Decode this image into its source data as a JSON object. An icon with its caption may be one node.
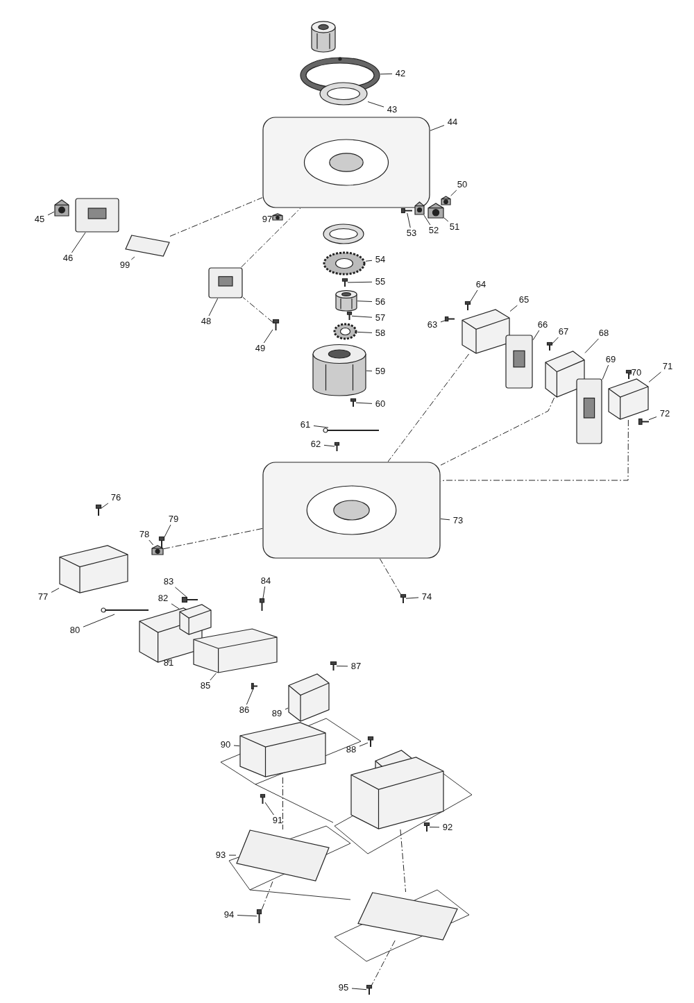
{
  "diagram": {
    "nodes": [
      {
        "text": [
          "42"
        ]
      },
      {
        "text": [],
        "shape": "circle"
      },
      {
        "text": [
          "43"
        ]
      },
      {
        "text": [],
        "shape": "picture"
      },
      {
        "text": [
          "44"
        ]
      },
      {
        "text": [],
        "shape": "picture"
      },
      {
        "text": [
          "45"
        ]
      },
      {
        "text": [],
        "shape": "picture"
      },
      {
        "text": [
          "46"
        ]
      },
      {
        "text": [],
        "shape": "picture"
      },
      {
        "text": [
          "97"
        ]
      },
      {
        "text": [],
        "shape": "picture"
      },
      {
        "text": [
          "99"
        ]
      },
      {
        "text": [],
        "shape": "picture"
      },
      {
        "text": [
          "50"
        ]
      },
      {
        "text": [],
        "shape": "picture"
      },
      {
        "text": [
          "51"
        ]
      },
      {
        "text": [],
        "shape": "picture"
      },
      {
        "text": [
          "52"
        ]
      },
      {
        "text": [],
        "shape": "picture"
      },
      {
        "text": [
          "53"
        ]
      },
      {
        "text": [],
        "shape": "picture"
      },
      {
        "text": [
          "54"
        ]
      },
      {
        "text": [],
        "shape": "picture"
      },
      {
        "text": [
          "55"
        ]
      },
      {
        "text": [],
        "shape": "picture"
      },
      {
        "text": [
          "56"
        ]
      },
      {
        "text": [],
        "shape": "picture"
      },
      {
        "text": [
          "57"
        ]
      },
      {
        "text": [],
        "shape": "picture"
      },
      {
        "text": [
          "58"
        ]
      },
      {
        "text": [],
        "shape": "picture"
      },
      {
        "text": [
          "59"
        ]
      },
      {
        "text": [],
        "shape": "picture"
      },
      {
        "text": [
          "60"
        ]
      },
      {
        "text": [],
        "shape": "picture"
      },
      {
        "text": [
          "48"
        ]
      },
      {
        "text": [],
        "shape": "picture"
      },
      {
        "text": [
          "49"
        ]
      },
      {
        "text": [],
        "shape": "picture"
      },
      {
        "text": [
          "61"
        ]
      },
      {
        "text": [],
        "shape": "picture"
      },
      {
        "text": [
          "62"
        ]
      },
      {
        "text": [],
        "shape": "picture"
      },
      {
        "text": [
          "63"
        ]
      },
      {
        "text": [],
        "shape": "picture"
      },
      {
        "text": [
          "64"
        ]
      },
      {
        "text": [],
        "shape": "picture"
      },
      {
        "text": [
          "65"
        ]
      },
      {
        "text": [],
        "shape": "picture"
      },
      {
        "text": [
          "66"
        ]
      },
      {
        "text": [],
        "shape": "picture"
      },
      {
        "text": [
          "67"
        ]
      },
      {
        "text": [],
        "shape": "picture"
      },
      {
        "text": [
          "68"
        ]
      },
      {
        "text": [],
        "shape": "picture"
      },
      {
        "text": [
          "69"
        ]
      },
      {
        "text": [],
        "shape": "picture"
      },
      {
        "text": [
          "70"
        ]
      },
      {
        "text": [],
        "shape": "picture"
      },
      {
        "text": [
          "71"
        ]
      },
      {
        "text": [],
        "shape": "picture"
      },
      {
        "text": [
          "72"
        ]
      },
      {
        "text": [],
        "shape": "picture"
      },
      {
        "text": [
          "73"
        ]
      },
      {
        "text": [],
        "shape": "picture"
      },
      {
        "text": [
          "74"
        ]
      },
      {
        "text": [],
        "shape": "picture"
      },
      {
        "text": [
          "76"
        ]
      },
      {
        "text": [],
        "shape": "picture"
      },
      {
        "text": [
          "77"
        ]
      },
      {
        "text": [],
        "shape": "picture"
      },
      {
        "text": [
          "78"
        ]
      },
      {
        "text": [],
        "shape": "picture"
      },
      {
        "text": [
          "79"
        ]
      },
      {
        "text": [],
        "shape": "picture"
      },
      {
        "text": [
          "80"
        ]
      },
      {
        "text": [],
        "shape": "picture"
      },
      {
        "text": [
          "81"
        ]
      },
      {
        "text": [],
        "shape": "picture"
      },
      {
        "text": [
          "82"
        ]
      },
      {
        "text": [],
        "shape": "picture"
      },
      {
        "text": [
          "83"
        ]
      },
      {
        "text": [],
        "shape": "picture"
      },
      {
        "text": [
          "84"
        ]
      },
      {
        "text": [],
        "shape": "picture"
      },
      {
        "text": [
          "85"
        ]
      },
      {
        "text": [],
        "shape": "picture"
      },
      {
        "text": [
          "86"
        ]
      },
      {
        "text": [],
        "shape": "picture"
      },
      {
        "text": [
          "87"
        ]
      },
      {
        "text": [],
        "shape": "picture"
      },
      {
        "text": [
          "88"
        ]
      },
      {
        "text": [],
        "shape": "picture"
      },
      {
        "text": [
          "89"
        ]
      },
      {
        "text": [],
        "shape": "picture"
      },
      {
        "text": [
          "90"
        ]
      },
      {
        "text": [],
        "shape": "picture"
      },
      {
        "text": [
          "91"
        ]
      },
      {
        "text": [],
        "shape": "picture"
      },
      {
        "text": [
          "92"
        ]
      },
      {
        "text": [],
        "shape": "picture"
      },
      {
        "text": [
          "93"
        ]
      },
      {
        "text": [],
        "shape": "picture"
      },
      {
        "text": [
          "94"
        ]
      },
      {
        "text": [],
        "shape": "picture"
      },
      {
        "text": [
          "95"
        ]
      },
      {
        "text": [],
        "shape": "picture"
      },
      {
        "text": [],
        "shape": "picture"
      },
      {
        "text": [],
        "shape": "picture"
      }
    ],
    "edges": [
      {
        "from": 0,
        "to": 1,
        "arrow": "none"
      },
      {
        "from": 2,
        "to": 3,
        "arrow": "none"
      },
      {
        "from": 4,
        "to": 5,
        "arrow": "none"
      },
      {
        "from": 6,
        "to": 7,
        "arrow": "none"
      },
      {
        "from": 8,
        "to": 9,
        "arrow": "none"
      },
      {
        "from": 10,
        "to": 11,
        "arrow": "none"
      },
      {
        "from": 12,
        "to": 13,
        "arrow": "none"
      },
      {
        "from": 14,
        "to": 15,
        "arrow": "none"
      },
      {
        "from": 16,
        "to": 17,
        "arrow": "none"
      },
      {
        "from": 18,
        "to": 19,
        "arrow": "none"
      },
      {
        "from": 20,
        "to": 21,
        "arrow": "none"
      },
      {
        "from": 22,
        "to": 23,
        "arrow": "none"
      },
      {
        "from": 24,
        "to": 25,
        "arrow": "none"
      },
      {
        "from": 26,
        "to": 27,
        "arrow": "none"
      },
      {
        "from": 28,
        "to": 29,
        "arrow": "none"
      },
      {
        "from": 30,
        "to": 31,
        "arrow": "none"
      },
      {
        "from": 32,
        "to": 33,
        "arrow": "none"
      },
      {
        "from": 34,
        "to": 35,
        "arrow": "none"
      },
      {
        "from": 36,
        "to": 37,
        "arrow": "none"
      },
      {
        "from": 38,
        "to": 39,
        "arrow": "none"
      },
      {
        "from": 40,
        "to": 41,
        "arrow": "none"
      },
      {
        "from": 42,
        "to": 43,
        "arrow": "none"
      },
      {
        "from": 44,
        "to": 45,
        "arrow": "none"
      },
      {
        "from": 46,
        "to": 47,
        "arrow": "none"
      },
      {
        "from": 48,
        "to": 49,
        "arrow": "none"
      },
      {
        "from": 50,
        "to": 51,
        "arrow": "none"
      },
      {
        "from": 52,
        "to": 53,
        "arrow": "none"
      },
      {
        "from": 54,
        "to": 55,
        "arrow": "none"
      },
      {
        "from": 56,
        "to": 57,
        "arrow": "none"
      },
      {
        "from": 58,
        "to": 59,
        "arrow": "none"
      },
      {
        "from": 60,
        "to": 61,
        "arrow": "none"
      },
      {
        "from": 62,
        "to": 63,
        "arrow": "none"
      },
      {
        "from": 64,
        "to": 65,
        "arrow": "none"
      },
      {
        "from": 66,
        "to": 67,
        "arrow": "none"
      },
      {
        "from": 68,
        "to": 69,
        "arrow": "none"
      },
      {
        "from": 70,
        "to": 71,
        "arrow": "none"
      },
      {
        "from": 72,
        "to": 73,
        "arrow": "none"
      },
      {
        "from": 74,
        "to": 75,
        "arrow": "none"
      },
      {
        "from": 76,
        "to": 77,
        "arrow": "none"
      },
      {
        "from": 78,
        "to": 79,
        "arrow": "none"
      },
      {
        "from": 80,
        "to": 81,
        "arrow": "none"
      },
      {
        "from": 82,
        "to": 83,
        "arrow": "none"
      },
      {
        "from": 84,
        "to": 85,
        "arrow": "none"
      },
      {
        "from": 86,
        "to": 87,
        "arrow": "none"
      },
      {
        "from": 88,
        "to": 89,
        "arrow": "none"
      },
      {
        "from": 90,
        "to": 91,
        "arrow": "none"
      },
      {
        "from": 92,
        "to": 93,
        "arrow": "none"
      },
      {
        "from": 94,
        "to": 95,
        "arrow": "none"
      },
      {
        "from": 96,
        "to": 97,
        "arrow": "none"
      },
      {
        "from": 98,
        "to": 99,
        "arrow": "none"
      },
      {
        "from": 100,
        "to": 101,
        "arrow": "none"
      },
      {
        "from": 102,
        "to": 103,
        "arrow": "none"
      },
      {
        "from": 104,
        "to": 105,
        "arrow": "none"
      },
      {
        "from": 106,
        "to": 107,
        "arrow": "none"
      },
      {
        "from": 13,
        "to": 5,
        "arrow": "none",
        "style": "dashed"
      },
      {
        "from": 37,
        "to": 5,
        "arrow": "none",
        "style": "dashed"
      },
      {
        "from": 39,
        "to": 37,
        "arrow": "none",
        "style": "dashed"
      },
      {
        "from": 49,
        "to": 65,
        "arrow": "none",
        "style": "dashed"
      },
      {
        "from": 55,
        "to": 65,
        "arrow": "none",
        "style": "dashed"
      },
      {
        "from": 61,
        "to": 65,
        "arrow": "none",
        "style": "dashed"
      },
      {
        "from": 65,
        "to": 73,
        "arrow": "none",
        "style": "dashed"
      },
      {
        "from": 67,
        "to": 65,
        "arrow": "none",
        "style": "dashed"
      },
      {
        "from": 97,
        "to": 103,
        "arrow": "none",
        "style": "dashed"
      },
      {
        "from": 103,
        "to": 105,
        "arrow": "none",
        "style": "dashed"
      },
      {
        "from": 108,
        "to": 109,
        "arrow": "none",
        "style": "dashed"
      },
      {
        "from": 109,
        "to": 107,
        "arrow": "none",
        "style": "dashed"
      }
    ]
  }
}
